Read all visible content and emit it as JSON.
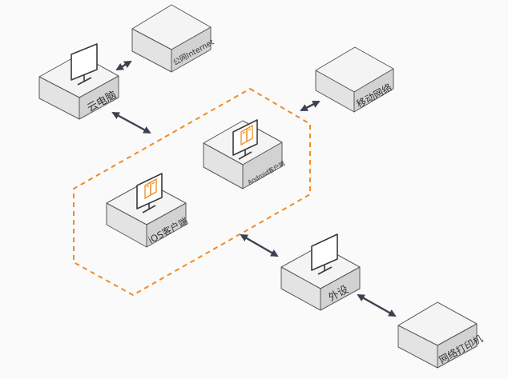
{
  "colors": {
    "client_zone": "#f08a24",
    "arrow": "#3c4150",
    "box_outline": "#595959"
  },
  "nodes": {
    "internet": {
      "label": "公网Internet"
    },
    "cloud_pc": {
      "label": "云电脑",
      "icon": "monitor-icon"
    },
    "mobile_network": {
      "label": "移动网络"
    },
    "android_client": {
      "label": "Android客户端",
      "icon": "phone-monitor-icon"
    },
    "ios_client": {
      "label": "iOS客户端",
      "icon": "phone-monitor-icon"
    },
    "peripheral": {
      "label": "外设",
      "icon": "monitor-icon"
    },
    "network_printer": {
      "label": "网络打印机"
    }
  }
}
